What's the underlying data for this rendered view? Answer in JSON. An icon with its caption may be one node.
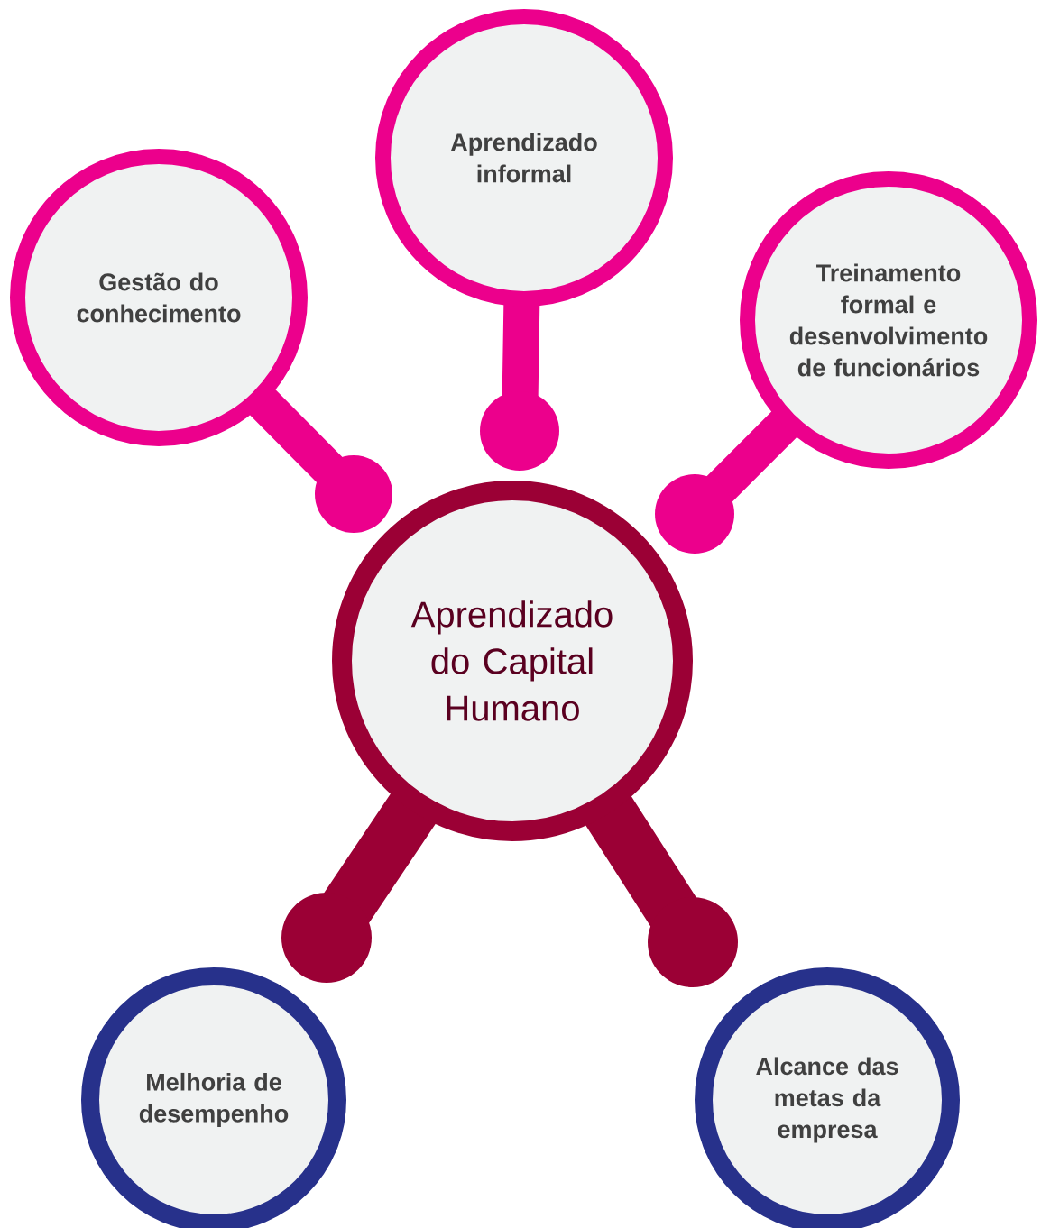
{
  "diagram": {
    "nodes": [
      {
        "text": [
          "Aprendizado do Capital Humano"
        ]
      },
      {
        "text": [
          "Gestão do conhecimento"
        ]
      },
      {
        "text": [
          "Aprendizado informal"
        ]
      },
      {
        "text": [
          "Treinamento formal e desenvolvimento de funcionários"
        ]
      },
      {
        "text": [
          "Melhoria de desempenho"
        ]
      },
      {
        "text": [
          "Alcance das metas da empresa"
        ]
      }
    ]
  }
}
